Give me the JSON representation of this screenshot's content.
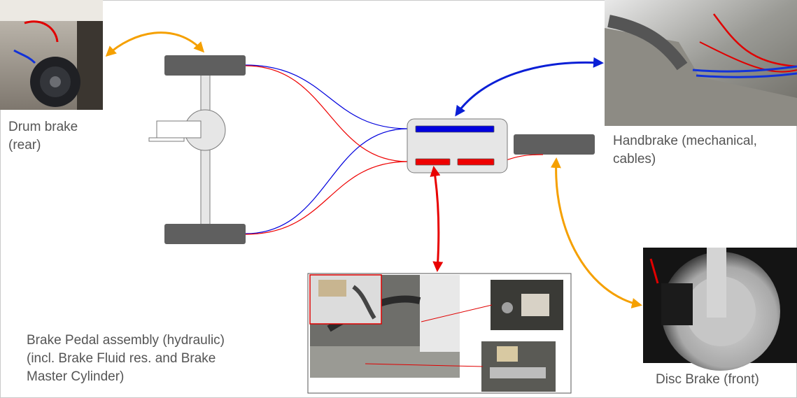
{
  "labels": {
    "drum_brake": "Drum brake\n(rear)",
    "handbrake": "Handbrake (mechanical,\ncables)",
    "pedal_assembly": "Brake Pedal assembly (hydraulic)\n(incl. Brake Fluid res. and Brake\nMaster Cylinder)",
    "disc_brake": "Disc Brake (front)"
  },
  "colors": {
    "background": "#ffffff",
    "wheel": "#5f5f5f",
    "axle_fill": "#e6e6e6",
    "axle_stroke": "#7a7a7a",
    "hydraulic_line": "#ee0000",
    "cable_line": "#0000dd",
    "arrow_orange": "#f5a000",
    "arrow_blue": "#0a1fd6",
    "arrow_red": "#e80000",
    "photo_border": "#555555"
  },
  "photos": {
    "drum_brake": "drum-brake-photo",
    "handbrake": "handbrake-photo",
    "disc_brake": "disc-brake-photo",
    "pedal_assembly": "pedal-assembly-photo",
    "reservoir_detail": "reservoir-detail-photo",
    "master_cylinder_detail": "master-cylinder-detail-photo"
  }
}
